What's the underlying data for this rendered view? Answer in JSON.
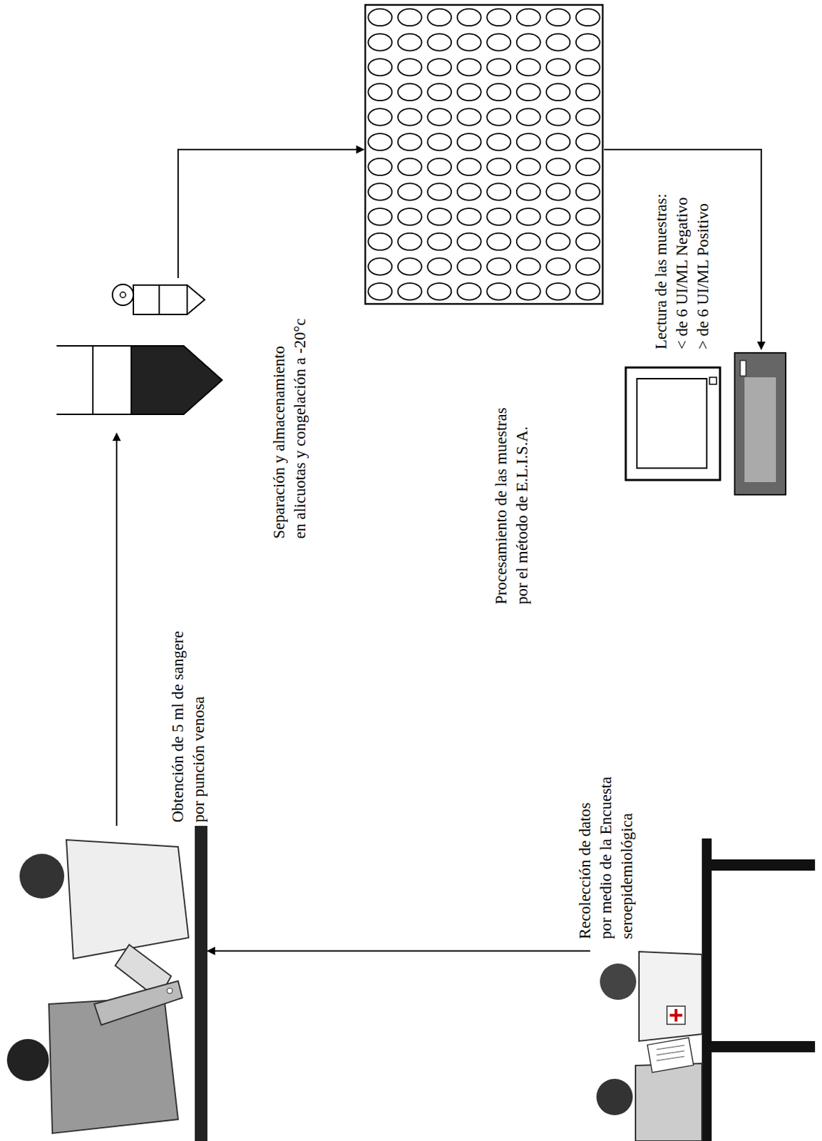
{
  "diagram": {
    "nodes": [
      {
        "text": [
          "Recolección de datos por medio de la Encuesta seroepidemiológica"
        ]
      },
      {
        "text": [
          "Obtención de 5 ml de sangere por punción venosa"
        ]
      },
      {
        "text": [
          "Separación y almacenamiento en alicuotas y congelación a -20°c"
        ]
      },
      {
        "text": [
          "Procesamiento de las muestras por el método de E.L.I.S.A."
        ]
      },
      {
        "text": [
          "Lectura de las muestras:",
          "< de 6 UI/ML Negativo",
          "> de 6 UI/ML Positivo"
        ]
      }
    ],
    "edges": [
      {
        "from": 0,
        "to": 1,
        "arrow": "to"
      },
      {
        "from": 1,
        "to": 2,
        "arrow": "to"
      },
      {
        "from": 2,
        "to": 3,
        "arrow": "to"
      },
      {
        "from": 3,
        "to": 4,
        "arrow": "to"
      }
    ]
  }
}
